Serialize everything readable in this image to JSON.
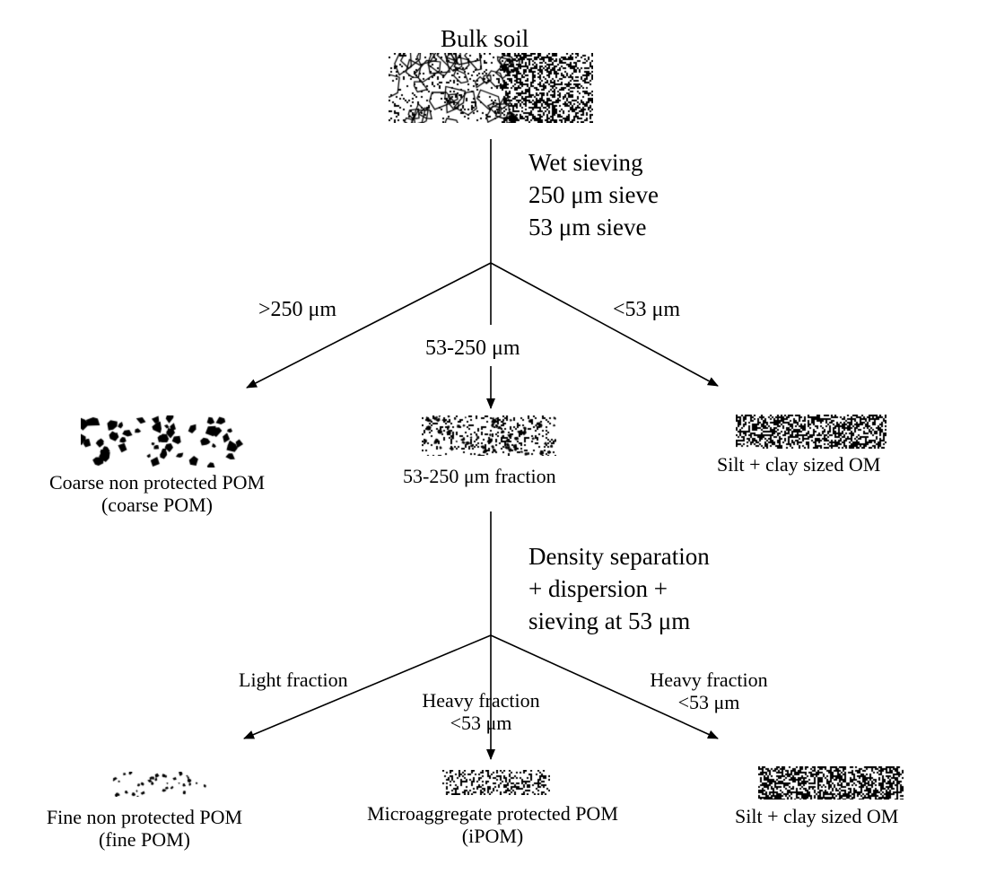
{
  "title": "Bulk soil",
  "step1": {
    "lines": [
      "Wet sieving",
      "250 μm sieve",
      "53 μm sieve"
    ],
    "branches": {
      "left": ">250 μm",
      "middle": "53-250 μm",
      "right": "<53 μm"
    }
  },
  "fractions1": {
    "left": {
      "line1": "Coarse non protected POM",
      "line2": "(coarse POM)"
    },
    "middle": {
      "line1": "53-250 μm fraction"
    },
    "right": {
      "line1": "Silt + clay sized OM"
    }
  },
  "step2": {
    "lines": [
      "Density separation",
      "+ dispersion +",
      "sieving at 53 μm"
    ],
    "branches": {
      "left": {
        "line1": "Light fraction"
      },
      "middle": {
        "line1": "Heavy fraction",
        "line2": "<53 μm"
      },
      "right": {
        "line1": "Heavy fraction",
        "line2": "<53 μm"
      }
    }
  },
  "fractions2": {
    "left": {
      "line1": "Fine non protected POM",
      "line2": "(fine POM)"
    },
    "middle": {
      "line1": "Microaggregate  protected POM",
      "line2": "(iPOM)"
    },
    "right": {
      "line1": "Silt + clay  sized OM"
    }
  }
}
